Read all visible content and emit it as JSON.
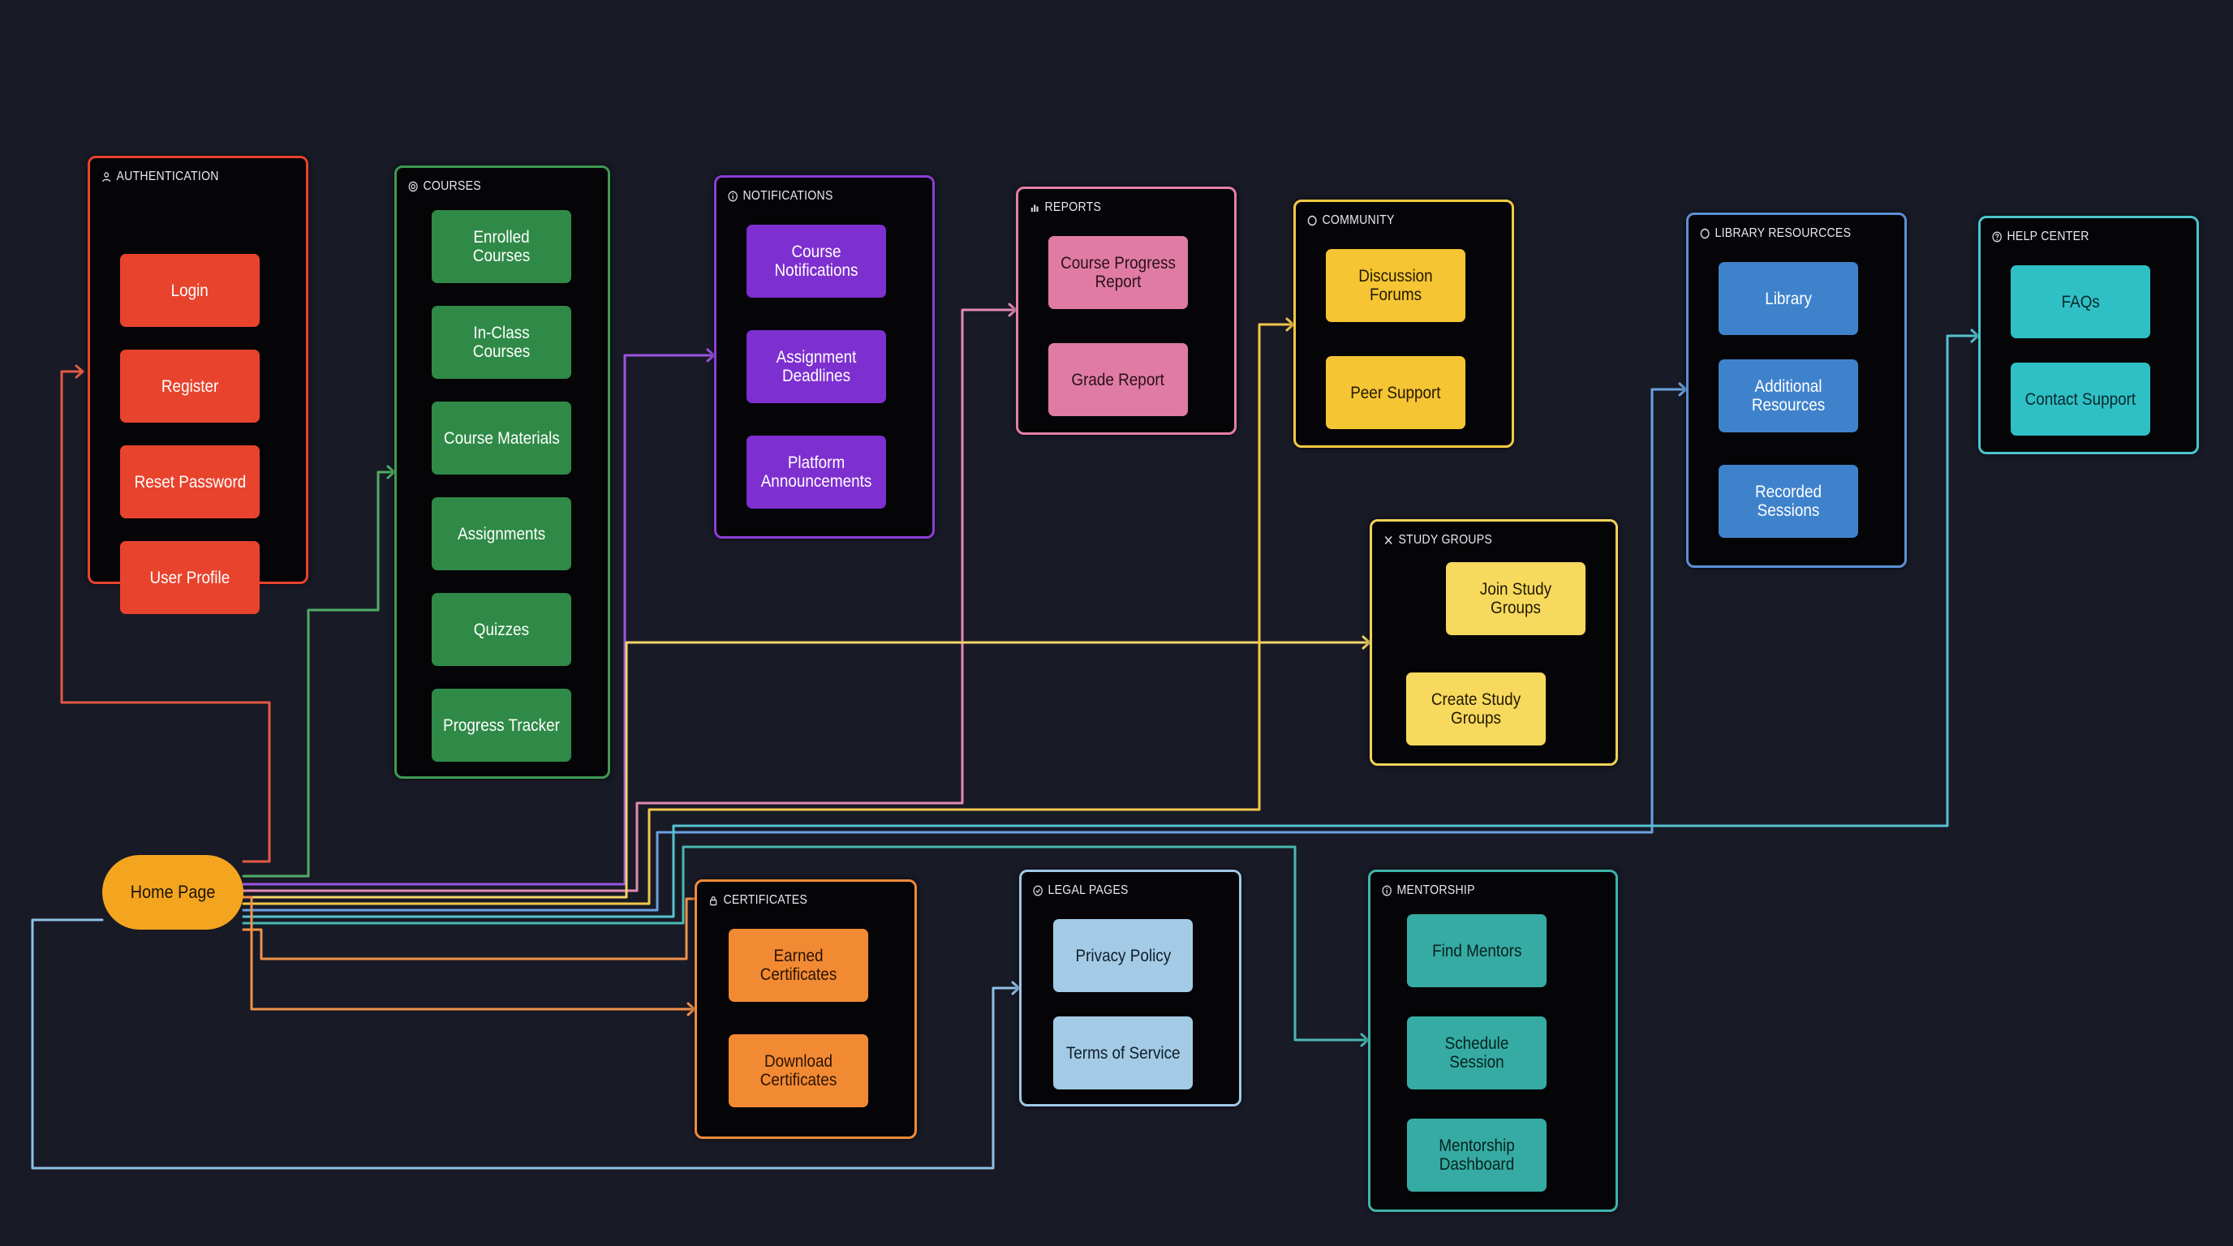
{
  "home": {
    "label": "Home Page",
    "color": "#f4a51f"
  },
  "groups": {
    "authentication": {
      "title": "AUTHENTICATION",
      "icon": "user-icon",
      "color": "#e8432d",
      "node_color": "#e8432d",
      "node_text": "#ffffff",
      "items": [
        "Login",
        "Register",
        "Reset Password",
        "User Profile"
      ]
    },
    "courses": {
      "title": "COURSES",
      "icon": "book-icon",
      "color": "#3f9a52",
      "node_color": "#2f8a47",
      "node_text": "#ffffff",
      "items": [
        "Enrolled Courses",
        "In-Class Courses",
        "Course Materials",
        "Assignments",
        "Quizzes",
        "Progress Tracker"
      ]
    },
    "notifications": {
      "title": "NOTIFICATIONS",
      "icon": "info-icon",
      "color": "#8a3ed6",
      "node_color": "#7d2fd0",
      "node_text": "#ffffff",
      "items": [
        "Course Notifications",
        "Assignment Deadlines",
        "Platform Announcements"
      ]
    },
    "reports": {
      "title": "REPORTS",
      "icon": "chart-icon",
      "color": "#e27fa8",
      "node_color": "#e07ca4",
      "node_text": "#2a0f1a",
      "items": [
        "Course Progress Report",
        "Grade Report"
      ]
    },
    "community": {
      "title": "COMMUNITY",
      "icon": "circle-icon",
      "color": "#f3c940",
      "node_color": "#f6c533",
      "node_text": "#231a02",
      "items": [
        "Discussion Forums",
        "Peer Support"
      ]
    },
    "study_groups": {
      "title": "STUDY GROUPS",
      "icon": "close-icon",
      "color": "#f3d257",
      "node_color": "#f7d95e",
      "node_text": "#231a02",
      "items": [
        "Join Study Groups",
        "Create Study Groups"
      ]
    },
    "library_resources": {
      "title": "LIBRARY RESOURCCES",
      "icon": "circle-icon",
      "color": "#5a8fd6",
      "node_color": "#3f82cc",
      "node_text": "#ffffff",
      "items": [
        "Library",
        "Additional Resources",
        "Recorded Sessions"
      ]
    },
    "help_center": {
      "title": "HELP CENTER",
      "icon": "help-icon",
      "color": "#49c4cf",
      "node_color": "#2fc0c6",
      "node_text": "#08292b",
      "items": [
        "FAQs",
        "Contact Support"
      ]
    },
    "certificates": {
      "title": "CERTIFICATES",
      "icon": "lock-icon",
      "color": "#f08a3a",
      "node_color": "#f28a33",
      "node_text": "#2a1403",
      "items": [
        "Earned Certificates",
        "Download Certificates"
      ]
    },
    "legal_pages": {
      "title": "LEGAL PAGES",
      "icon": "shield-icon",
      "color": "#9fc7e6",
      "node_color": "#a3cbe6",
      "node_text": "#0f1e2a",
      "items": [
        "Privacy Policy",
        "Terms of Service"
      ]
    },
    "mentorship": {
      "title": "MENTORSHIP",
      "icon": "info-icon",
      "color": "#3fb3ab",
      "node_color": "#36aba3",
      "node_text": "#062220",
      "items": [
        "Find Mentors",
        "Schedule Session",
        "Mentorship Dashboard"
      ]
    }
  },
  "wire_colors": {
    "authentication": "#e25a44",
    "courses": "#4fae66",
    "notifications": "#9a55e0",
    "reports": "#e48ab0",
    "community": "#f2c64a",
    "study_groups": "#f3d468",
    "library_resources": "#6aa2e0",
    "help_center": "#56c2cf",
    "certificates": "#f0924a",
    "legal_pages": "#8fc0e4",
    "mentorship": "#4ab8b0"
  }
}
